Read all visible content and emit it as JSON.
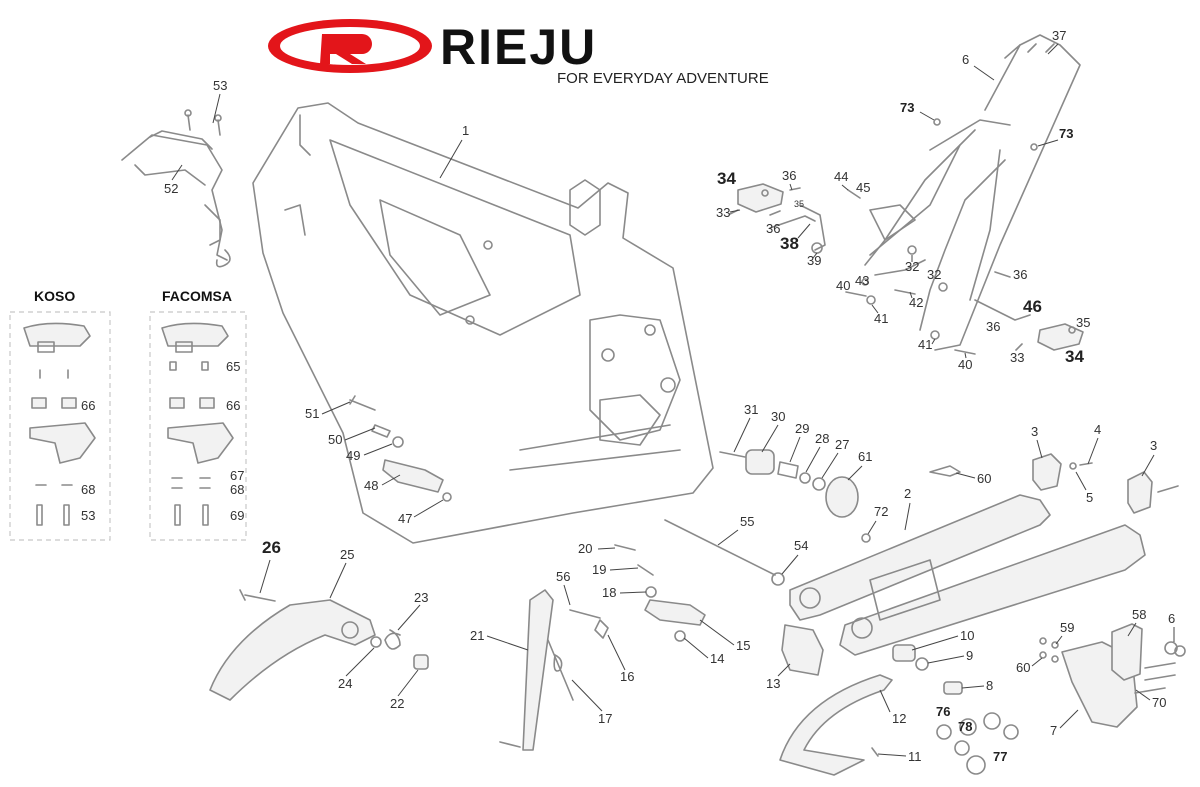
{
  "brand": {
    "name": "RIEJU",
    "tagline": "FOR EVERYDAY ADVENTURE",
    "color_red": "#e3151a",
    "color_black": "#111111"
  },
  "boxes": {
    "koso_title": "KOSO",
    "facomsa_title": "FACOMSA"
  },
  "labels": {
    "p1": "1",
    "p2": "2",
    "p3a": "3",
    "p3b": "3",
    "p4": "4",
    "p5": "5",
    "p6a": "6",
    "p6b": "6",
    "p7": "7",
    "p8": "8",
    "p9": "9",
    "p10": "10",
    "p11": "11",
    "p12": "12",
    "p13": "13",
    "p14": "14",
    "p15": "15",
    "p16": "16",
    "p17": "17",
    "p18": "18",
    "p19": "19",
    "p20": "20",
    "p21": "21",
    "p22": "22",
    "p23": "23",
    "p24": "24",
    "p25": "25",
    "p26": "26",
    "p27": "27",
    "p28": "28",
    "p29": "29",
    "p30": "30",
    "p31": "31",
    "p32a": "32",
    "p32b": "32",
    "p33a": "33",
    "p33b": "33",
    "p34a": "34",
    "p34b": "34",
    "p35a": "35",
    "p35b": "35",
    "p36a": "36",
    "p36b": "36",
    "p36c": "36",
    "p36d": "36",
    "p37": "37",
    "p38": "38",
    "p39": "39",
    "p40a": "40",
    "p40b": "40",
    "p41a": "41",
    "p41b": "41",
    "p42": "42",
    "p43": "43",
    "p44": "44",
    "p45": "45",
    "p46": "46",
    "p47": "47",
    "p48": "48",
    "p49": "49",
    "p50": "50",
    "p51": "51",
    "p52": "52",
    "p53a": "53",
    "p53b": "53",
    "p54": "54",
    "p55": "55",
    "p56": "56",
    "p58": "58",
    "p59": "59",
    "p60a": "60",
    "p60b": "60",
    "p61": "61",
    "p65": "65",
    "p66a": "66",
    "p66b": "66",
    "p67": "67",
    "p68a": "68",
    "p68b": "68",
    "p69": "69",
    "p70": "70",
    "p72": "72",
    "p73a": "73",
    "p73b": "73",
    "p76": "76",
    "p77": "77",
    "p78": "78"
  }
}
